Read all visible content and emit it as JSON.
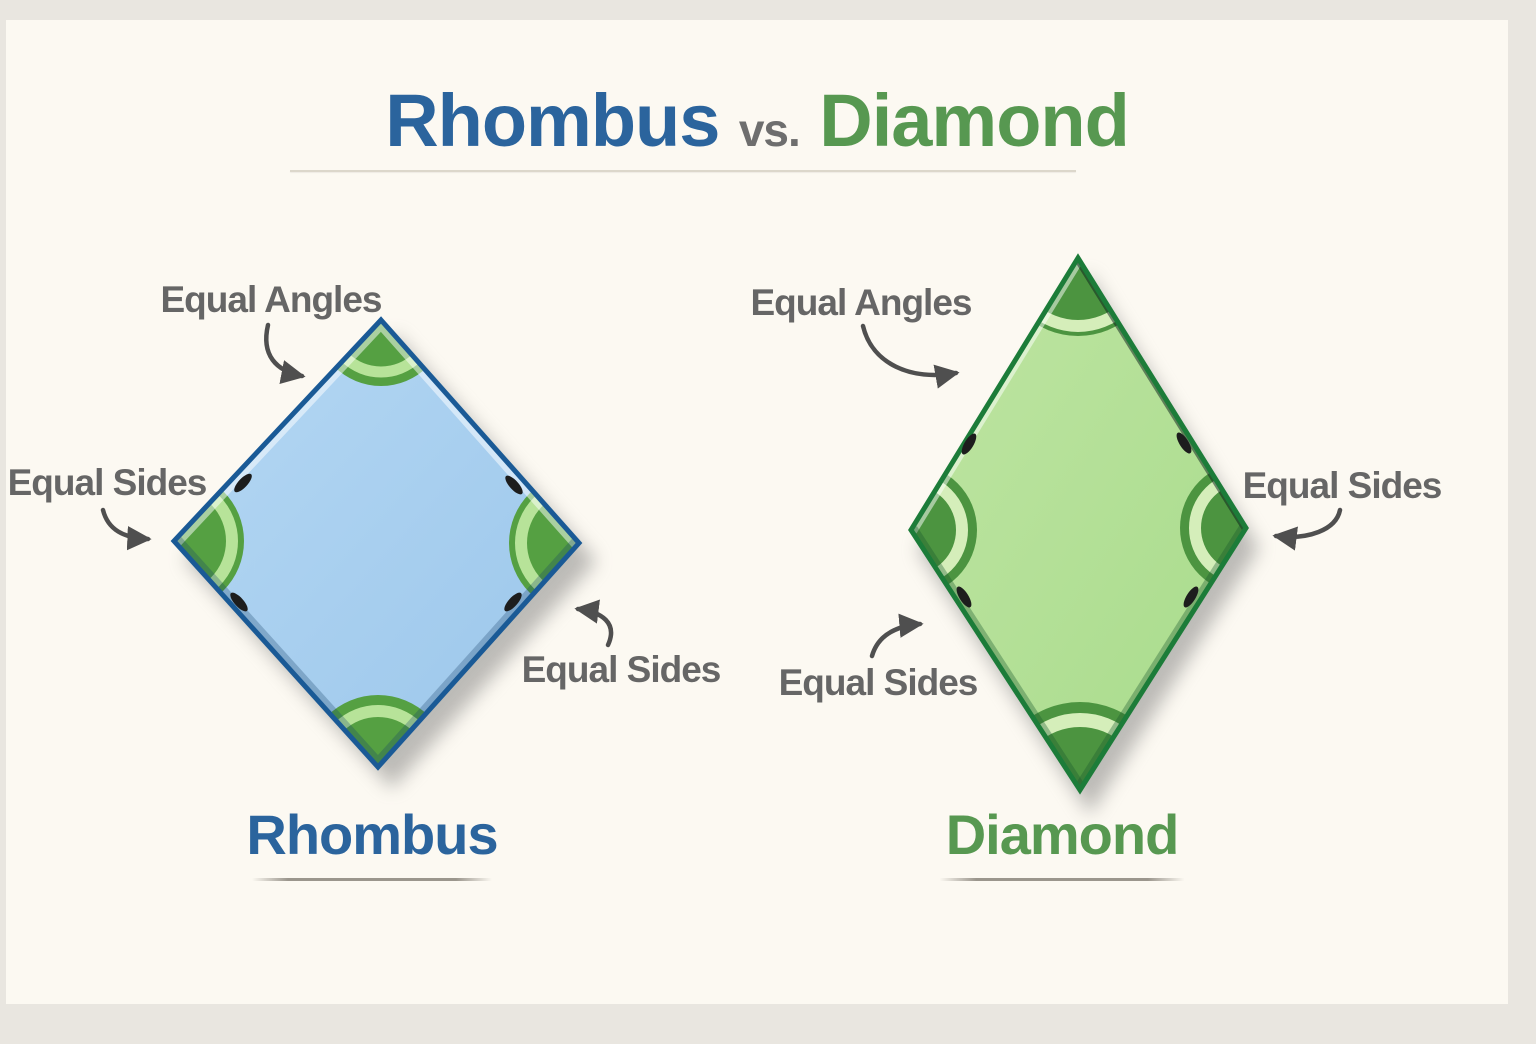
{
  "header": {
    "title_left": "Rhombus",
    "title_sep": "vs.",
    "title_right": "Diamond"
  },
  "rhombus": {
    "caption": "Rhombus",
    "annotations": {
      "angles": "Equal Angles",
      "sides_left": "Equal Sides",
      "sides_bottom": "Equal Sides"
    }
  },
  "diamond": {
    "caption": "Diamond",
    "annotations": {
      "angles": "Equal Angles",
      "sides_right": "Equal Sides",
      "sides_bottom": "Equal Sides"
    }
  },
  "colors": {
    "page_background": "#E9E6E0",
    "card_background": "#FCF9F2",
    "title_blue": "#2B649D",
    "title_green": "#579851",
    "separator_gray": "#6E6E6E",
    "label_gray": "#666666",
    "arrow_gray": "#4F4F4F",
    "rhombus_fill": "#A5CDEE",
    "rhombus_border": "#1A5A96",
    "diamond_fill": "#B1DF94",
    "diamond_border": "#1C7C39",
    "angle_marker_green": "#55A042",
    "angle_marker_band_blue_shape": "#B7E399",
    "angle_marker_band_green_shape": "#D5EEBA",
    "tick_black": "#1D1D1D"
  }
}
